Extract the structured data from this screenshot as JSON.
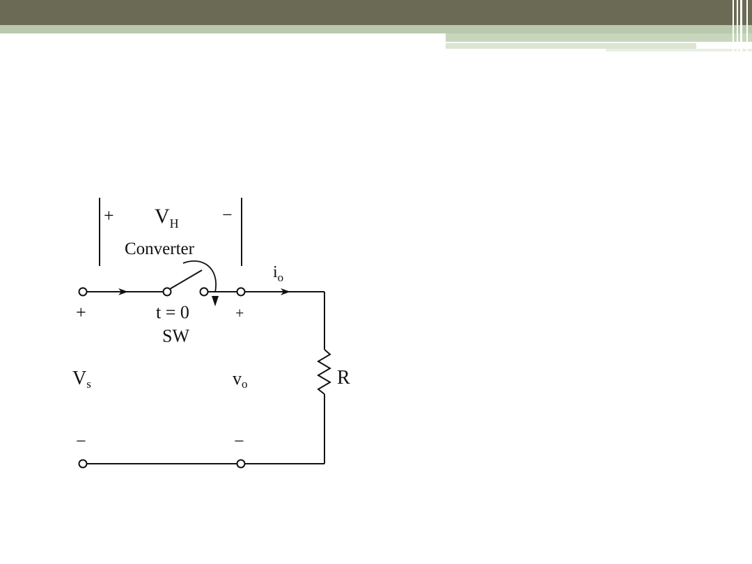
{
  "slide": {
    "theme_colors": {
      "header_band": "#6b6b55",
      "stripe_primary": "#b9c9ad",
      "stripe_secondary": "#c8d6bd",
      "stripe_tertiary": "#dbe5d2"
    }
  },
  "circuit": {
    "converter_plus": "+",
    "converter_voltage_main": "V",
    "converter_voltage_sub": "H",
    "converter_minus": "−",
    "converter_label": "Converter",
    "current_main": "i",
    "current_sub": "o",
    "source_plus": "+",
    "switch_time": "t = 0",
    "switch_name": "SW",
    "output_plus": "+",
    "source_voltage_main": "V",
    "source_voltage_sub": "s",
    "output_voltage_main": "v",
    "output_voltage_sub": "o",
    "resistor_label": "R",
    "source_minus": "−",
    "output_minus": "−"
  }
}
